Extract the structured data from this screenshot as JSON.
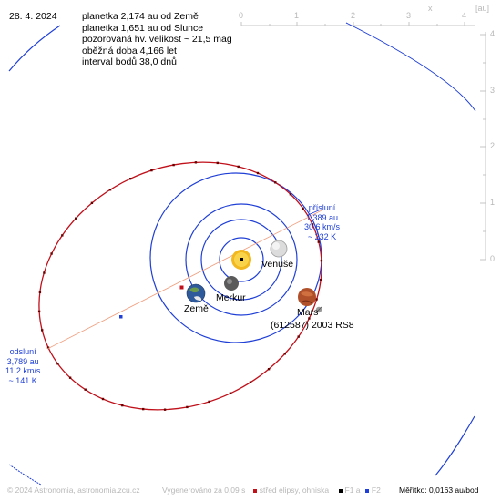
{
  "header": {
    "date": "28. 4. 2024",
    "lines": [
      "planetka 2,174 au od Země",
      "planetka 1,651 au od Slunce",
      "pozorovaná hv. velikost ~ 21,5 mag",
      "oběžná doba 4,166 let",
      "interval bodů 38,0 dnů"
    ]
  },
  "axes": {
    "x_ticks": [
      "0",
      "1",
      "2",
      "3",
      "4"
    ],
    "x_letter": "x",
    "unit": "[au]",
    "y_ticks": [
      "4",
      "3",
      "2",
      "1",
      "0"
    ]
  },
  "bodies": {
    "venus": "Venuše",
    "mercury": "Merkur",
    "earth": "Země",
    "mars": "Mars",
    "asteroid": "(612587) 2003 RS8"
  },
  "perihelion": {
    "title": "přísluní",
    "dist": "1,389 au",
    "speed": "30,6 km/s",
    "temp": "~ 232 K"
  },
  "aphelion": {
    "title": "odsluní",
    "dist": "3,789 au",
    "speed": "11,2 km/s",
    "temp": "~ 141 K"
  },
  "footer": {
    "copyright": "© 2024 Astronomia, astronomia.zcu.cz",
    "generated": "Vygenerováno za 0,09 s",
    "center_legend": "střed elipsy, ohniska",
    "f1": "F1 a",
    "f2": "F2",
    "scale": "Měřítko: 0,0163 au/bod"
  },
  "colors": {
    "asteroid_orbit": "#c0101a",
    "planet_orbits": "#1f3fd6",
    "text_blue": "#1f3fd6",
    "axes": "#b8b8b8"
  }
}
